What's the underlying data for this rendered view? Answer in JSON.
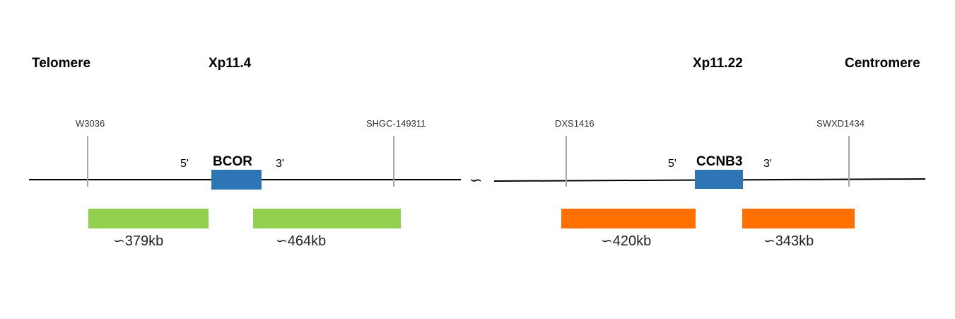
{
  "headers": {
    "telomere": "Telomere",
    "band_left": "Xp11.4",
    "band_right": "Xp11.22",
    "centromere": "Centromere"
  },
  "left_locus": {
    "marker_left": "W3036",
    "marker_right": "SHGC-149311",
    "end_5": "5'",
    "gene": "BCOR",
    "end_3": "3'",
    "size_left": "∽379kb",
    "size_right": "∽464kb"
  },
  "break_symbol": "∽",
  "right_locus": {
    "marker_left": "DXS1416",
    "marker_right": "SWXD1434",
    "end_5": "5'",
    "gene": "CCNB3",
    "end_3": "3'",
    "size_left": "∽420kb",
    "size_right": "∽343kb"
  },
  "colors": {
    "gene_box": "#2e75b6",
    "left_flank": "#92d050",
    "right_flank": "#ff7000",
    "marker_tick": "#a6a6a6",
    "chromosome_line": "#000000"
  }
}
